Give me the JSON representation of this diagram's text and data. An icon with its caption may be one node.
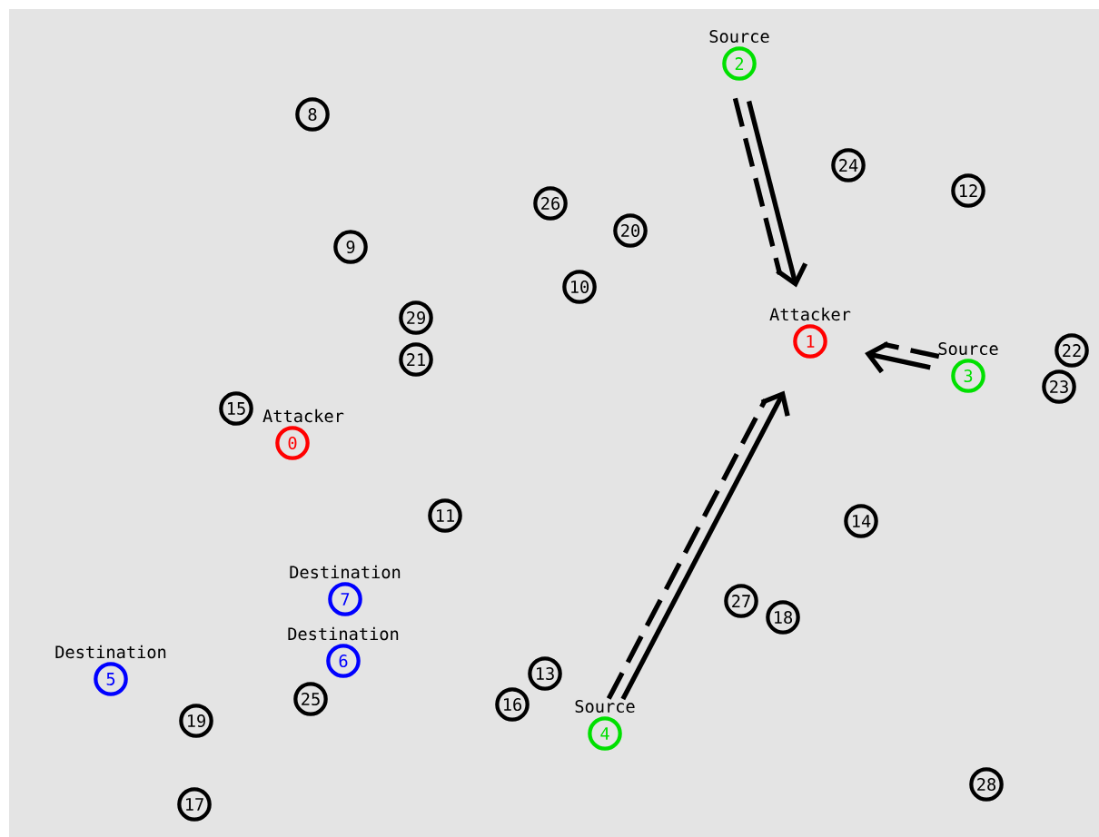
{
  "diagram": {
    "nodes": [
      {
        "text": [
          "0"
        ],
        "beside": [
          "Attacker"
        ]
      },
      {
        "text": [
          "1"
        ],
        "beside": [
          "Attacker"
        ]
      },
      {
        "text": [
          "2"
        ],
        "beside": [
          "Source"
        ]
      },
      {
        "text": [
          "3"
        ],
        "beside": [
          "Source"
        ]
      },
      {
        "text": [
          "4"
        ],
        "beside": [
          "Source"
        ]
      },
      {
        "text": [
          "5"
        ],
        "beside": [
          "Destination"
        ]
      },
      {
        "text": [
          "6"
        ],
        "beside": [
          "Destination"
        ]
      },
      {
        "text": [
          "7"
        ],
        "beside": [
          "Destination"
        ]
      },
      {
        "text": [
          "8"
        ]
      },
      {
        "text": [
          "9"
        ]
      },
      {
        "text": [
          "10"
        ]
      },
      {
        "text": [
          "11"
        ]
      },
      {
        "text": [
          "12"
        ]
      },
      {
        "text": [
          "13"
        ]
      },
      {
        "text": [
          "14"
        ]
      },
      {
        "text": [
          "15"
        ]
      },
      {
        "text": [
          "16"
        ]
      },
      {
        "text": [
          "17"
        ]
      },
      {
        "text": [
          "18"
        ]
      },
      {
        "text": [
          "19"
        ]
      },
      {
        "text": [
          "20"
        ]
      },
      {
        "text": [
          "21"
        ]
      },
      {
        "text": [
          "22"
        ]
      },
      {
        "text": [
          "23"
        ]
      },
      {
        "text": [
          "24"
        ]
      },
      {
        "text": [
          "25"
        ]
      },
      {
        "text": [
          "26"
        ]
      },
      {
        "text": [
          "27"
        ]
      },
      {
        "text": [
          "28"
        ]
      },
      {
        "text": [
          "29"
        ]
      }
    ],
    "edges": [
      {
        "from": 2,
        "to": 1,
        "arrow": "to"
      },
      {
        "from": 3,
        "to": 1,
        "arrow": "to"
      },
      {
        "from": 4,
        "to": 1,
        "arrow": "to"
      }
    ]
  }
}
